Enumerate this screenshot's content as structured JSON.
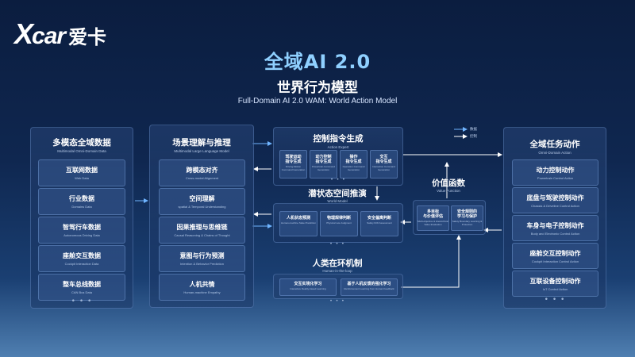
{
  "logo": {
    "x": "X",
    "car": "car",
    "cn": "爱卡"
  },
  "title": "全域AI 2.0",
  "subtitle": "世界行为模型",
  "tagline": "Full-Domain AI 2.0  WAM: World Action Model",
  "legend": {
    "data": "数据",
    "control": "控制"
  },
  "ellipsis": "• • •",
  "left_panel": {
    "title": "多模态全域数据",
    "subtitle": "Multimodal Omni-Domain Data",
    "items": [
      {
        "cn": "互联网数据",
        "en": "Web Data"
      },
      {
        "cn": "行业数据",
        "en": "Domains Data"
      },
      {
        "cn": "智驾行车数据",
        "en": "Autonomous Driving Data"
      },
      {
        "cn": "座舱交互数据",
        "en": "Cockpit Interaction Data"
      },
      {
        "cn": "整车总线数据",
        "en": "CAN Bus Data"
      }
    ]
  },
  "scene_panel": {
    "title": "场景理解与推理",
    "subtitle": "Multimodal Large Language Model",
    "items": [
      {
        "cn": "跨模态对齐",
        "en": "Cross-modal Alignment"
      },
      {
        "cn": "空间理解",
        "en": "spatial & Temporal Understanding"
      },
      {
        "cn": "因果推理与思维链",
        "en": "Causal Reasoning & Chains of Thought"
      },
      {
        "cn": "意图与行为预测",
        "en": "Intention & Behavior Prediction"
      },
      {
        "cn": "人机共情",
        "en": "Human-machine Empathy"
      }
    ]
  },
  "control_cmd": {
    "title": "控制指令生成",
    "subtitle": "Action Expert",
    "items": [
      {
        "cn": "驾驶运动\n指令生成",
        "en": "Driving Motion Command Generation"
      },
      {
        "cn": "动力控制\n指令生成",
        "en": "Powertrain Command Generation"
      },
      {
        "cn": "操作\n指令生成",
        "en": "Operation Command Generation"
      },
      {
        "cn": "交互\n指令生成",
        "en": "Interaction Command Generation"
      }
    ]
  },
  "world_model": {
    "title": "潜状态空间推演",
    "subtitle": "World Model",
    "items": [
      {
        "cn": "人机状态预测",
        "en": "Human-machine State Prediction"
      },
      {
        "cn": "物理规律判断",
        "en": "Physical Law Judgment"
      },
      {
        "cn": "安全偏离判断",
        "en": "Safety Drift Assessment"
      }
    ]
  },
  "value_fn": {
    "title": "价值函数",
    "subtitle": "Value Function",
    "items": [
      {
        "cn": "多目标\n与价值评估",
        "en": "Multi-objective & Hierarchical Value Evaluation"
      },
      {
        "cn": "安全规则的\n学习与保护",
        "en": "Safety Boundary Learning & Protection"
      }
    ]
  },
  "hitl": {
    "title": "人类在环机制",
    "subtitle": "Human-in-the-loop",
    "items": [
      {
        "cn": "交互实境化学习",
        "en": "Interactive Reality-based Learning"
      },
      {
        "cn": "基于人机反馈的强化学习",
        "en": "Reinforcement Learning from Human Feedback"
      }
    ]
  },
  "right_panel": {
    "title": "全域任务动作",
    "subtitle": "Omni-Domain Action",
    "items": [
      {
        "cn": "动力控制动作",
        "en": "Powertrain Control Action"
      },
      {
        "cn": "底盘与驾驶控制动作",
        "en": "Chassis & Driveline Control Action"
      },
      {
        "cn": "车身与电子控制动作",
        "en": "Body and Electronic Control Action"
      },
      {
        "cn": "座舱交互控制动作",
        "en": "Cockpit Interaction Control Action"
      },
      {
        "cn": "互联设备控制动作",
        "en": "IoT Control Action"
      }
    ]
  },
  "colors": {
    "title": "#8fd0ff",
    "data_arrow": "#6fb4ff",
    "control_arrow": "#ffffff"
  }
}
